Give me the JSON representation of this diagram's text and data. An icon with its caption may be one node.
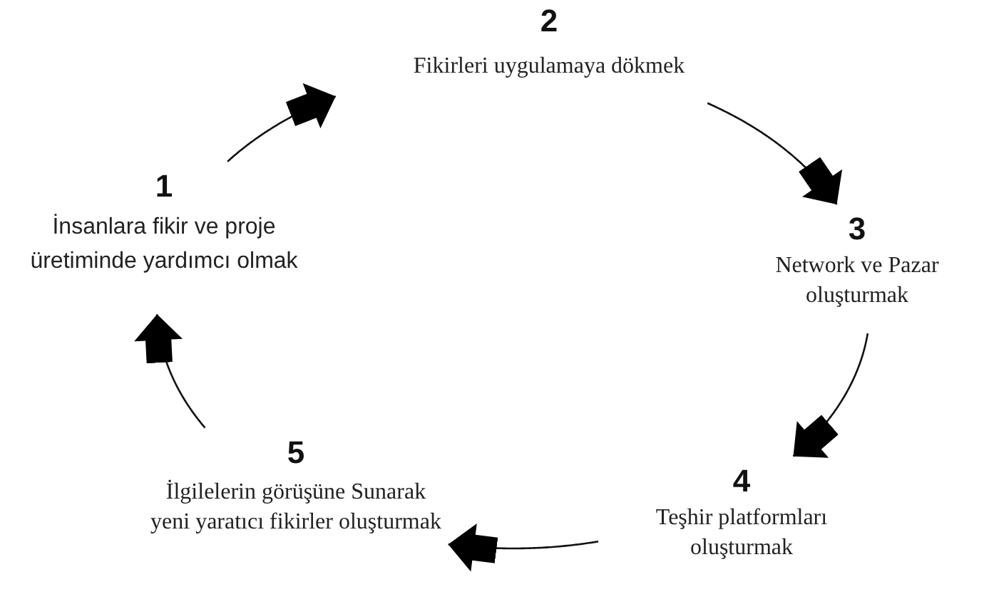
{
  "diagram": {
    "nodes": [
      {
        "text": [
          "1",
          "İnsanlara fikir ve proje üretiminde yardımcı olmak"
        ]
      },
      {
        "text": [
          "2",
          "Fikirleri uygulamaya dökmek"
        ]
      },
      {
        "text": [
          "3",
          "Network ve Pazar oluşturmak"
        ]
      },
      {
        "text": [
          "4",
          "Teşhir platformları oluşturmak"
        ]
      },
      {
        "text": [
          "5",
          "İlgilelerin görüşüne Sunarak yeni yaratıcı fikirler oluşturmak"
        ]
      }
    ],
    "edges": [
      {
        "from": 0,
        "to": 1,
        "arrow": "to"
      },
      {
        "from": 1,
        "to": 2,
        "arrow": "to"
      },
      {
        "from": 2,
        "to": 3,
        "arrow": "to"
      },
      {
        "from": 3,
        "to": 4,
        "arrow": "to"
      },
      {
        "from": 4,
        "to": 0,
        "arrow": "to"
      }
    ]
  }
}
